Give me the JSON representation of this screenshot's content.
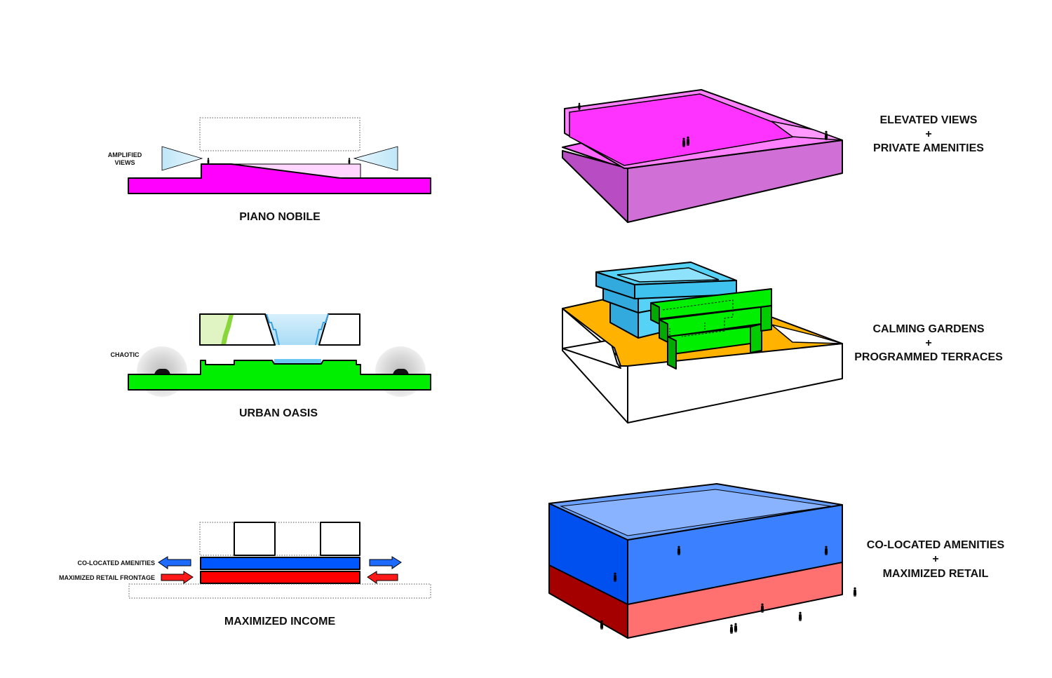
{
  "colors": {
    "magenta": "#ff00ff",
    "green": "#00ee00",
    "blue": "#0057ff",
    "red": "#ff0000",
    "orange": "#ffb200",
    "cyan": "#55d2f5",
    "pink_light": "#ff80ff",
    "sky_light": "#bfe6ff"
  },
  "rows": [
    {
      "section_title": "PIANO NOBILE",
      "side_label_line1": "AMPLIFIED",
      "side_label_line2": "VIEWS",
      "right_line1": "ELEVATED VIEWS",
      "right_plus": "+",
      "right_line2": "PRIVATE AMENITIES"
    },
    {
      "section_title": "URBAN OASIS",
      "side_label": "CHAOTIC",
      "right_line1": "CALMING GARDENS",
      "right_plus": "+",
      "right_line2": "PROGRAMMED TERRACES"
    },
    {
      "section_title": "MAXIMIZED INCOME",
      "label_amenities": "CO-LOCATED AMENITIES",
      "label_retail": "MAXIMIZED RETAIL FRONTAGE",
      "right_line1": "CO-LOCATED AMENITIES",
      "right_plus": "+",
      "right_line2": "MAXIMIZED RETAIL"
    }
  ]
}
